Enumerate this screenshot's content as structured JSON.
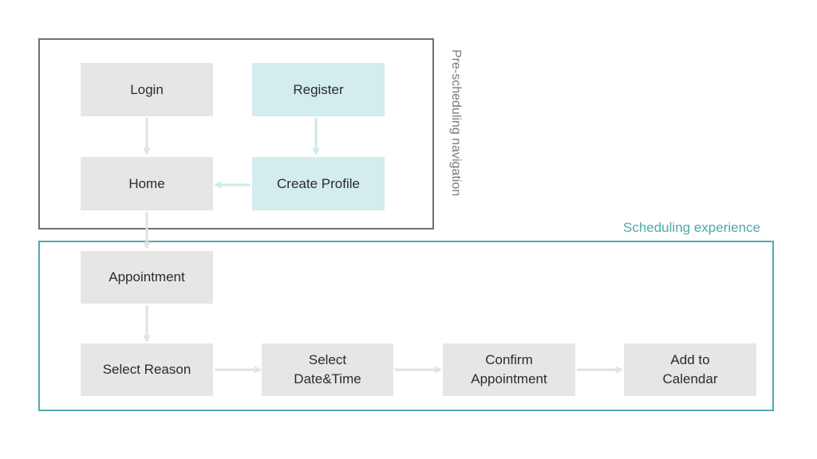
{
  "frames": {
    "pre_scheduling": "Pre-scheduling navigation",
    "scheduling": "Scheduling experience"
  },
  "nodes": {
    "login": "Login",
    "register": "Register",
    "home": "Home",
    "create_profile": "Create Profile",
    "appointment": "Appointment",
    "select_reason": "Select Reason",
    "select_datetime": "Select\nDate&Time",
    "confirm_appointment": "Confirm\nAppointment",
    "add_to_calendar": "Add to\nCalendar"
  },
  "colors": {
    "pre_frame_border": "#6f6f6f",
    "scheduling_frame_border": "#4fa9ad",
    "node_gray": "#e6e6e6",
    "node_teal": "#d3ecee",
    "arrow_gray": "#e2e2e2",
    "arrow_teal": "#cbe9eb"
  }
}
